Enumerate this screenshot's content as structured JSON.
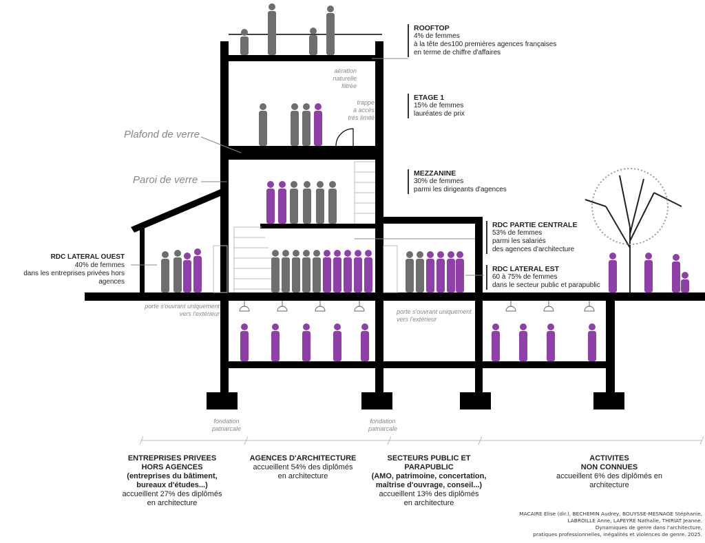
{
  "levels": {
    "rooftop": {
      "title": "ROOFTOP",
      "lines": [
        "4% de femmes",
        "à la tête des100 premières agences françaises",
        "en terme de chiffre d'affaires"
      ]
    },
    "etage1": {
      "title": "ETAGE 1",
      "lines": [
        "15% de femmes",
        "lauréates de prix"
      ]
    },
    "mezzanine": {
      "title": "MEZZANINE",
      "lines": [
        "30% de femmes",
        "parmi les dirigeants d'agences"
      ]
    },
    "rdc_centrale": {
      "title": "RDC PARTIE CENTRALE",
      "lines": [
        "53% de femmes",
        "parmi les salariés",
        "des agences d'architecture"
      ]
    },
    "rdc_est": {
      "title": "RDC LATERAL EST",
      "lines": [
        "60 à 75% de femmes",
        "dans le secteur public et parapublic"
      ]
    },
    "rdc_ouest": {
      "title": "RDC LATERAL OUEST",
      "lines": [
        "40% de femmes",
        "dans les entreprises privées hors agences"
      ]
    }
  },
  "annotations": {
    "aeration": [
      "aération",
      "naturelle",
      "filtrée"
    ],
    "trappe": [
      "trappe",
      "à accès",
      "très limité"
    ],
    "plafond": "Plafond de verre",
    "paroi": "Paroi de verre",
    "porte_ouest": [
      "porte s'ouvrant uniquement",
      "vers l'extérieur"
    ],
    "porte_est": [
      "porte s'ouvrant uniquement",
      "vers l'extérieur"
    ],
    "fondation_1": [
      "fondation",
      "patriarcale"
    ],
    "fondation_2": [
      "fondation",
      "patriarcale"
    ]
  },
  "categories": [
    {
      "title": [
        "ENTREPRISES PRIVEES",
        "HORS AGENCES",
        "(entreprises du bâtiment,",
        "bureaux d'études...)"
      ],
      "lines": [
        "accueillent 27% des diplômés",
        "en architecture"
      ]
    },
    {
      "title": [
        "AGENCES D'ARCHITECTURE"
      ],
      "lines": [
        "accueillent 54% des diplômés",
        "en architecture"
      ]
    },
    {
      "title": [
        "SECTEURS PUBLIC ET",
        "PARAPUBLIC",
        "(AMO, patrimoine, concertation,",
        "maîtrise d'ouvrage, conseil...)"
      ],
      "lines": [
        "accueillent 13% des diplômés",
        "en architecture"
      ]
    },
    {
      "title": [
        "ACTIVITES",
        "NON CONNUES"
      ],
      "lines": [
        "accueillent 6% des diplômés en",
        "architecture"
      ]
    }
  ],
  "citation": [
    "MACAIRE Elise (dir.), BECHEMIN Audrey, BOUYSSE-MESNAGE Stéphanie,",
    "LABROILLE Anne, LAPEYRE Nathalie, THIRIAT Jeanne.",
    "Dynamiques de genre dans l'architecture,",
    "pratiques professionnelles, inégalités et violences de genre. 2025."
  ],
  "colors": {
    "structure": "#000000",
    "men": "#6e6e6e",
    "women": "#8e3fa8",
    "text_gray": "#888888"
  }
}
